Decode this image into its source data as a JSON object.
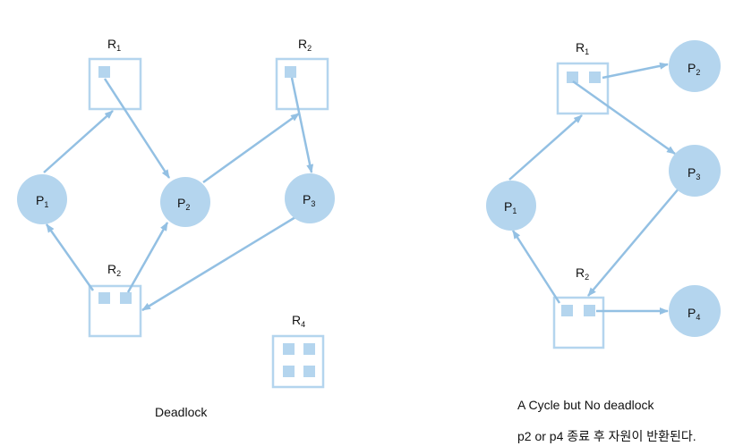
{
  "colors": {
    "process_fill": "#b4d5ee",
    "resource_stroke": "#b4d5ee",
    "instance_fill": "#b4d5ee",
    "edge": "#93c0e3",
    "text": "#111111"
  },
  "left": {
    "caption": "Deadlock",
    "resources": [
      {
        "id": "R1",
        "main": "R",
        "sub": "1"
      },
      {
        "id": "R2",
        "main": "R",
        "sub": "2"
      },
      {
        "id": "R2b",
        "main": "R",
        "sub": "2"
      },
      {
        "id": "R4",
        "main": "R",
        "sub": "4"
      }
    ],
    "processes": [
      {
        "id": "P1",
        "main": "P",
        "sub": "1"
      },
      {
        "id": "P2",
        "main": "P",
        "sub": "2"
      },
      {
        "id": "P3",
        "main": "P",
        "sub": "3"
      }
    ]
  },
  "right": {
    "caption_line1": "A Cycle but No deadlock",
    "caption_line2": "p2 or p4 종료 후 자원이 반환된다.",
    "resources": [
      {
        "id": "R1",
        "main": "R",
        "sub": "1"
      },
      {
        "id": "R2",
        "main": "R",
        "sub": "2"
      }
    ],
    "processes": [
      {
        "id": "P1",
        "main": "P",
        "sub": "1"
      },
      {
        "id": "P2",
        "main": "P",
        "sub": "2"
      },
      {
        "id": "P3",
        "main": "P",
        "sub": "3"
      },
      {
        "id": "P4",
        "main": "P",
        "sub": "4"
      }
    ]
  }
}
